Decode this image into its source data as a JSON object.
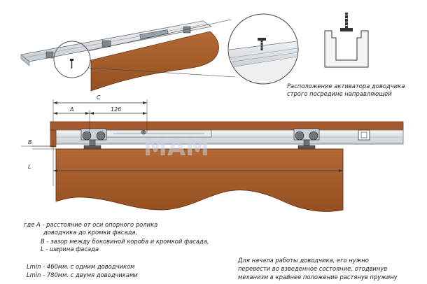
{
  "colors": {
    "wood": "#a45a2c",
    "wood_dark": "#7a3e1c",
    "wood_light": "#bd7445",
    "rail": "#dfe3e6",
    "rail_stroke": "#6c7278",
    "line": "#333333",
    "watermark": "#c9d6e6"
  },
  "icons": [
    "screw-icon",
    "magnifier-circle",
    "rail-profile"
  ],
  "labels": {
    "dim_c": "C",
    "dim_a": "A",
    "dim_126": "126",
    "dim_b": "B",
    "dim_l": "L"
  },
  "caption_activator": {
    "line1": "Расположение активатора доводчика",
    "line2": "строго посредине направляющей"
  },
  "legend": {
    "line1": "где  A - расстояние от оси опорного ролика",
    "line2": "доводчика до кромки фасада,",
    "line3": "B - зазор между боковиной короба и кромкой фасада,",
    "line4": "L - ширина фасада",
    "lmin1": "Lmin - 460мм. с одним доводчиком",
    "lmin2": "Lmin - 780мм. с двумя доводчиками"
  },
  "note": {
    "line1": "Для начала работы доводчика, его нужно",
    "line2": "перевести во взведенное состояние, отодвинув",
    "line3": "механизм в крайнее положение растянув пружину"
  }
}
